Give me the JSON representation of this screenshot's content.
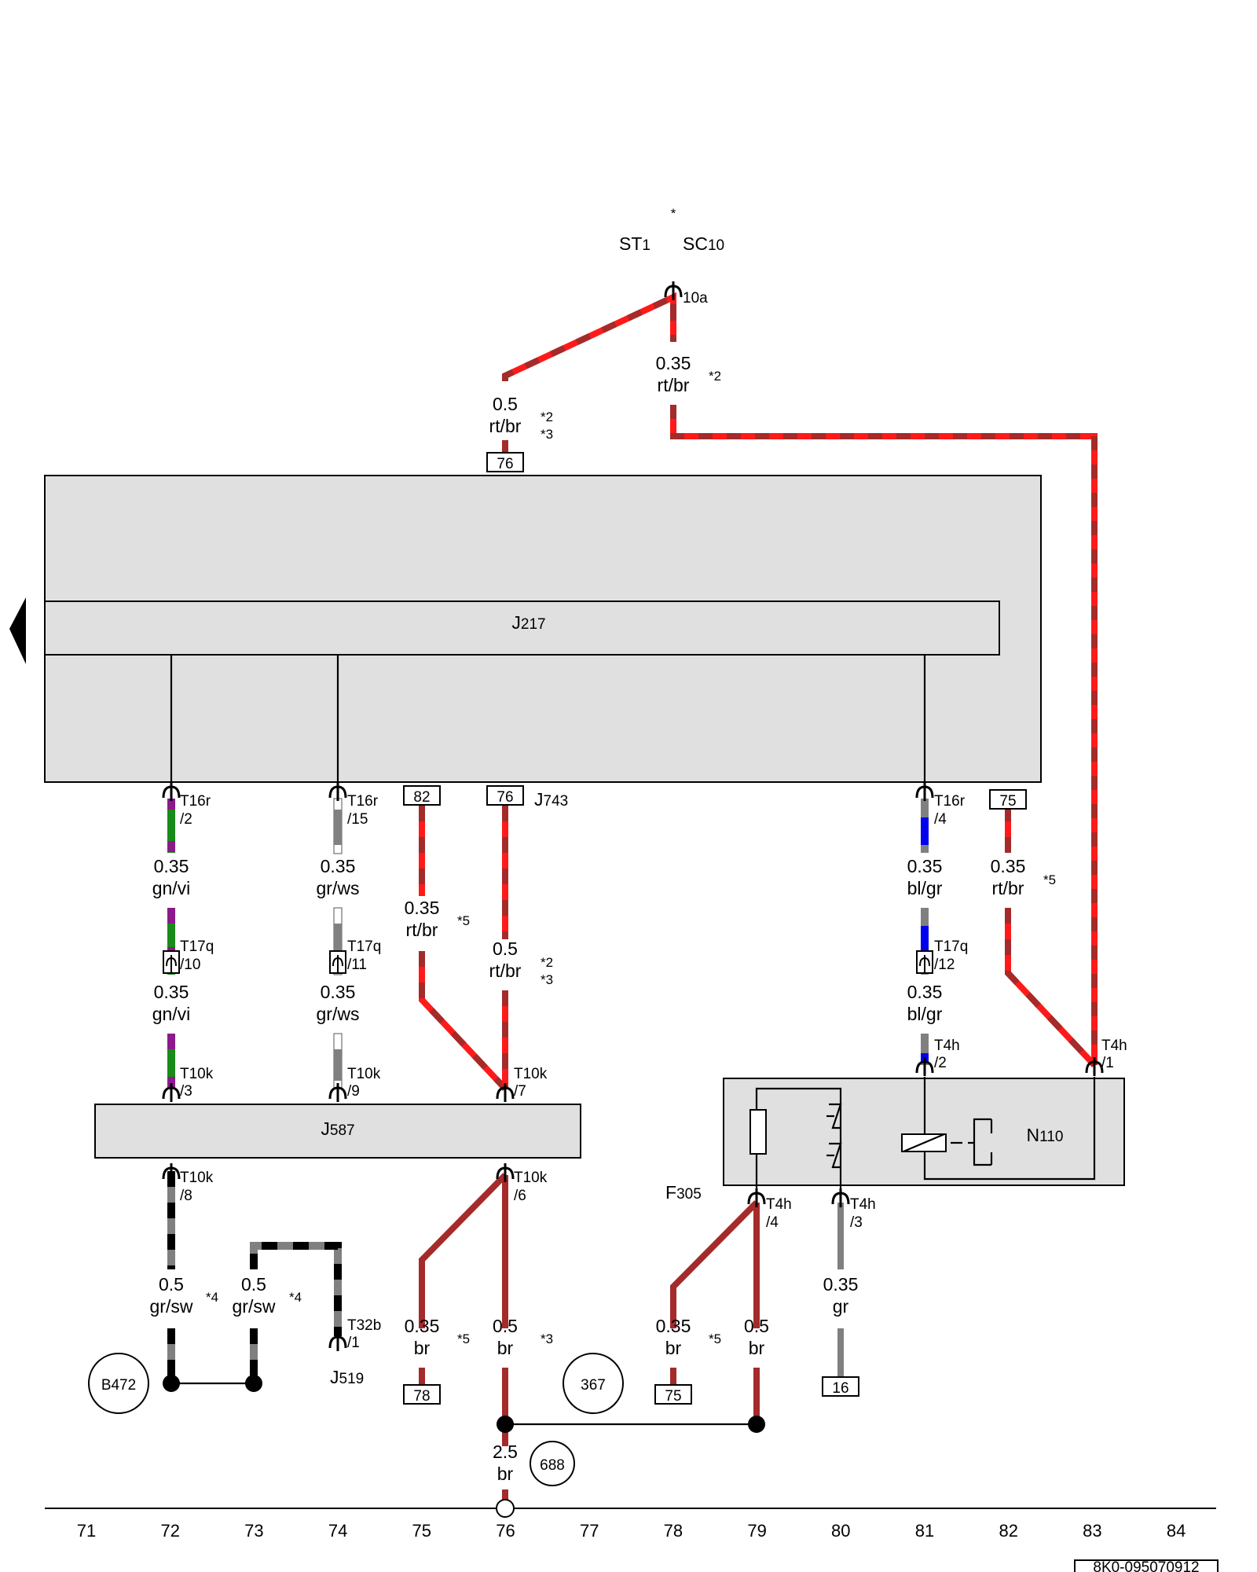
{
  "diagram": {
    "doc_number": "8K0-095070912",
    "column_numbers": [
      "71",
      "72",
      "73",
      "74",
      "75",
      "76",
      "77",
      "78",
      "79",
      "80",
      "81",
      "82",
      "83",
      "84"
    ],
    "components": {
      "st_label": "ST",
      "st_sub": "1",
      "sc_label": "SC",
      "sc_sub": "10",
      "sc_star": "*",
      "sc_pin": "10a",
      "j217": "J",
      "j217_sub": "217",
      "j743": "J",
      "j743_sub": "743",
      "j587": "J",
      "j587_sub": "587",
      "j519": "J",
      "j519_sub": "519",
      "n110": "N",
      "n110_sub": "110",
      "f305": "F",
      "f305_sub": "305"
    },
    "ref_boxes": {
      "r76a": "76",
      "r82": "82",
      "r76b": "76",
      "r75a": "75",
      "r78": "78",
      "r75b": "75",
      "r16": "16"
    },
    "circles": {
      "b472": "B472",
      "c367": "367",
      "c688": "688"
    },
    "connectors": {
      "t16r_2a": "T16r",
      "t16r_2b": "/2",
      "t16r_15a": "T16r",
      "t16r_15b": "/15",
      "t16r_4a": "T16r",
      "t16r_4b": "/4",
      "t17q_10a": "T17q",
      "t17q_10b": "/10",
      "t17q_11a": "T17q",
      "t17q_11b": "/11",
      "t17q_12a": "T17q",
      "t17q_12b": "/12",
      "t10k_3a": "T10k",
      "t10k_3b": "/3",
      "t10k_9a": "T10k",
      "t10k_9b": "/9",
      "t10k_7a": "T10k",
      "t10k_7b": "/7",
      "t10k_8a": "T10k",
      "t10k_8b": "/8",
      "t10k_6a": "T10k",
      "t10k_6b": "/6",
      "t4h_2a": "T4h",
      "t4h_2b": "/2",
      "t4h_1a": "T4h",
      "t4h_1b": "/1",
      "t4h_4a": "T4h",
      "t4h_4b": "/4",
      "t4h_3a": "T4h",
      "t4h_3b": "/3",
      "t32b_a": "T32b",
      "t32b_b": "/1"
    },
    "wires": {
      "w1_size": "0.5",
      "w1_color": "rt/br",
      "w1_n1": "*2",
      "w1_n2": "*3",
      "w2_size": "0.35",
      "w2_color": "rt/br",
      "w2_n1": "*2",
      "w3_size": "0.35",
      "w3_color": "gn/vi",
      "w4_size": "0.35",
      "w4_color": "gn/vi",
      "w5_size": "0.35",
      "w5_color": "gr/ws",
      "w6_size": "0.35",
      "w6_color": "gr/ws",
      "w7_size": "0.35",
      "w7_color": "rt/br",
      "w7_n1": "*5",
      "w8_size": "0.5",
      "w8_color": "rt/br",
      "w8_n1": "*2",
      "w8_n2": "*3",
      "w9_size": "0.35",
      "w9_color": "bl/gr",
      "w10_size": "0.35",
      "w10_color": "bl/gr",
      "w11_size": "0.35",
      "w11_color": "rt/br",
      "w11_n1": "*5",
      "w12_size": "0.5",
      "w12_color": "gr/sw",
      "w12_n1": "*4",
      "w13_size": "0.5",
      "w13_color": "gr/sw",
      "w13_n1": "*4",
      "w14_size": "0.35",
      "w14_color": "br",
      "w14_n1": "*5",
      "w15_size": "0.5",
      "w15_color": "br",
      "w15_n1": "*3",
      "w16_size": "0.35",
      "w16_color": "br",
      "w16_n1": "*5",
      "w17_size": "0.5",
      "w17_color": "br",
      "w18_size": "0.35",
      "w18_color": "gr",
      "w19_size": "2.5",
      "w19_color": "br"
    },
    "wire_colors": {
      "rt": "#ff1a1a",
      "br": "#a52a2a",
      "gn": "#1a8a1a",
      "vi": "#8b1a8b",
      "gr": "#808080",
      "ws": "#ffffff",
      "sw": "#000000",
      "bl": "#0000ee"
    }
  }
}
